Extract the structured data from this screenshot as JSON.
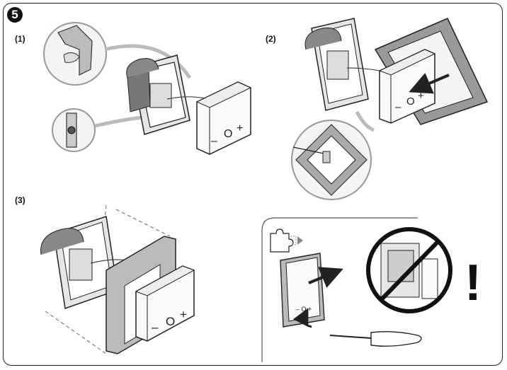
{
  "step_number": "5",
  "panels": [
    {
      "label": "(1)"
    },
    {
      "label": "(2)"
    },
    {
      "label": "(3)"
    }
  ],
  "device_buttons": {
    "minus": "–",
    "circle": "O",
    "plus": "+"
  },
  "warning_symbol": "!",
  "icons": [
    "clip-detail-icon",
    "screw-detail-icon",
    "frame-detail-icon",
    "puzzle-piece-icon",
    "arrow-right-icon",
    "screwdriver-icon",
    "prohibition-sign-icon",
    "exclamation-icon"
  ]
}
